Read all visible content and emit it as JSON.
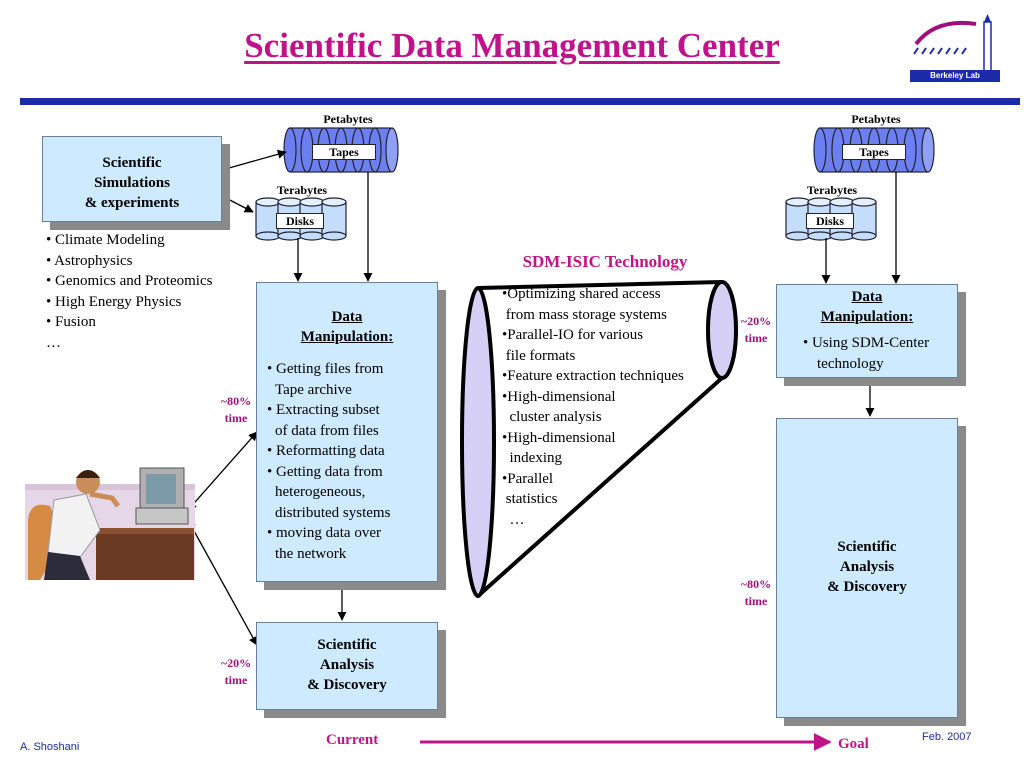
{
  "title": "Scientific Data Management Center",
  "logo": {
    "text": "Berkeley Lab"
  },
  "left": {
    "storage": {
      "petabytes": "Petabytes",
      "tapes": "Tapes",
      "terabytes": "Terabytes",
      "disks": "Disks"
    },
    "sim_box": {
      "line1": "Scientific",
      "line2": "Simulations",
      "line3": "& experiments"
    },
    "domains": [
      "• Climate Modeling",
      "• Astrophysics",
      "• Genomics and Proteomics",
      "• High Energy Physics",
      "• Fusion",
      "…"
    ],
    "data_manip": {
      "title1": "Data",
      "title2": "Manipulation:",
      "items": [
        "• Getting files from",
        "Tape archive",
        "• Extracting subset",
        "of data from files",
        "• Reformatting data",
        "• Getting data from",
        "heterogeneous,",
        "distributed systems",
        "• moving data over",
        "the network"
      ]
    },
    "analysis": {
      "line1": "Scientific",
      "line2": "Analysis",
      "line3": "& Discovery"
    },
    "pct_manip": {
      "value": "~80%",
      "unit": "time"
    },
    "pct_analysis": {
      "value": "~20%",
      "unit": "time"
    }
  },
  "sdm": {
    "title": "SDM-ISIC Technology",
    "items": [
      "•Optimizing shared access",
      " from mass storage systems",
      "•Parallel-IO for various",
      " file formats",
      "•Feature extraction techniques",
      "•High-dimensional",
      "  cluster analysis",
      "•High-dimensional",
      "  indexing",
      "•Parallel",
      " statistics",
      "  …"
    ]
  },
  "right": {
    "storage": {
      "petabytes": "Petabytes",
      "tapes": "Tapes",
      "terabytes": "Terabytes",
      "disks": "Disks"
    },
    "data_manip": {
      "title1": "Data",
      "title2": "Manipulation:",
      "item1": "• Using SDM-Center",
      "item2": "technology"
    },
    "analysis": {
      "line1": "Scientific",
      "line2": "Analysis",
      "line3": "& Discovery"
    },
    "pct_manip": {
      "value": "~20%",
      "unit": "time"
    },
    "pct_analysis": {
      "value": "~80%",
      "unit": "time"
    }
  },
  "footer": {
    "author": "A. Shoshani",
    "current": "Current",
    "goal": "Goal",
    "date": "Feb. 2007"
  },
  "colors": {
    "title": "#c0138a",
    "rule": "#1c2ba8",
    "box": "#cdeafe",
    "arrow": "#c0138a",
    "cylinder": "#6c7ff0"
  }
}
